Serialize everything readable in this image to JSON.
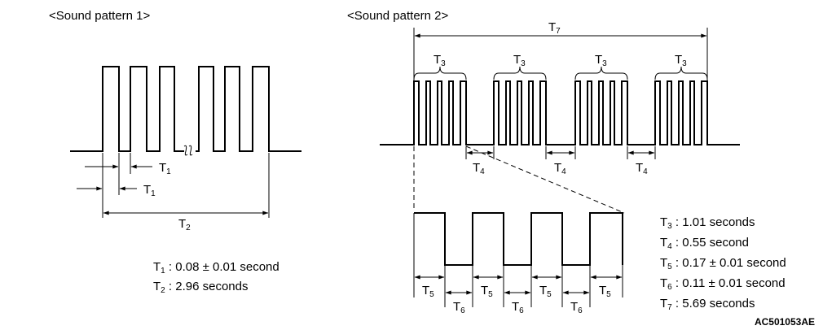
{
  "pattern1": {
    "title": "<Sound pattern 1>",
    "t1": "T",
    "t1_sub": "1",
    "t2": "T",
    "t2_sub": "2",
    "specs": [
      {
        "sym": "T",
        "sub": "1",
        "text": " : 0.08 ± 0.01 second"
      },
      {
        "sym": "T",
        "sub": "2",
        "text": " : 2.96 seconds"
      }
    ]
  },
  "pattern2": {
    "title": "<Sound pattern 2>",
    "t7": "T",
    "t7_sub": "7",
    "t3": "T",
    "t3_sub": "3",
    "t4": "T",
    "t4_sub": "4",
    "t5": "T",
    "t5_sub": "5",
    "t6": "T",
    "t6_sub": "6",
    "specs": [
      {
        "sym": "T",
        "sub": "3",
        "text": " : 1.01 seconds"
      },
      {
        "sym": "T",
        "sub": "4",
        "text": " : 0.55 second"
      },
      {
        "sym": "T",
        "sub": "5",
        "text": " : 0.17 ± 0.01 second"
      },
      {
        "sym": "T",
        "sub": "6",
        "text": " : 0.11 ± 0.01 second"
      },
      {
        "sym": "T",
        "sub": "7",
        "text": " : 5.69 seconds"
      }
    ]
  },
  "figure_code": "AC501053AE"
}
